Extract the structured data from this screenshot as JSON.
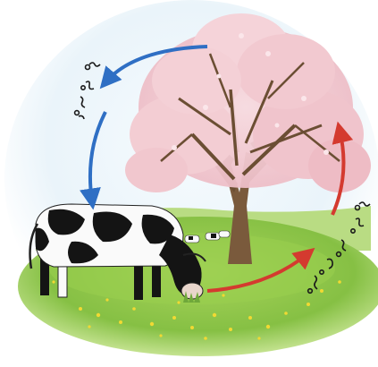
{
  "diagram": {
    "subjects": [
      {
        "name": "tree",
        "icon": "tree-icon"
      },
      {
        "name": "cow",
        "icon": "cow-icon"
      }
    ],
    "cycle_arrows": [
      {
        "name": "arrow-tree-to-cow",
        "color": "#2f6fc4"
      },
      {
        "name": "arrow-cow-to-tree",
        "color": "#d43a2f"
      }
    ],
    "molecule_chains": [
      {
        "name": "molecule-chain-left-icon"
      },
      {
        "name": "molecule-chain-right-icon"
      }
    ],
    "colors": {
      "sky": "#eef6fb",
      "grass": "#8fc74a",
      "blossom": "#f2c8cf",
      "trunk": "#7a5a3c",
      "cow_black": "#141414",
      "cow_white": "#fafafa",
      "flowers": "#f1d933"
    }
  }
}
